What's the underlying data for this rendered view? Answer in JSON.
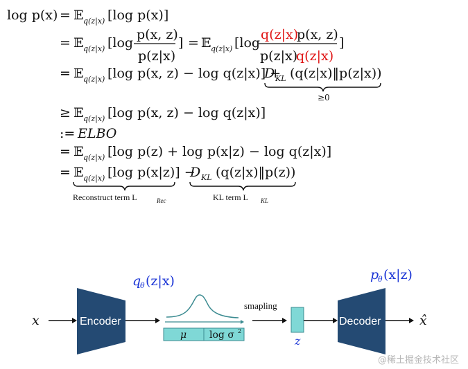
{
  "equation": {
    "line1": {
      "lhs": "log p(x)",
      "eq": "=",
      "expect": "𝔼",
      "sub": "q(z|x)",
      "rhs": "[log p(x)]"
    },
    "line2": {
      "eq": "=",
      "expect": "𝔼",
      "sub": "q(z|x)",
      "open": "[log",
      "frac_num": "p(x, z)",
      "frac_den": "p(z|x)",
      "close": "]",
      "eq2": "=",
      "expect2": "𝔼",
      "sub2": "q(z|x)",
      "open2": "[log",
      "frac2_num_red": "q(z|x)",
      "frac2_num_rest": "p(x, z)",
      "frac2_den_rest": "p(z|x)",
      "frac2_den_red": "q(z|x)",
      "close2": "]"
    },
    "line3": {
      "eq": "=",
      "expect": "𝔼",
      "sub": "q(z|x)",
      "term": "[log p(x, z) − log q(z|x)] +",
      "dkl": "D",
      "dkl_sub": "KL",
      "dkl_args": "(q(z|x)‖p(z|x))",
      "underbrace_label": "≥0"
    },
    "line4": {
      "rel": "≥",
      "expect": "𝔼",
      "sub": "q(z|x)",
      "term": "[log p(x, z) − log q(z|x)]"
    },
    "line5": {
      "rel": ":=",
      "term": "ELBO"
    },
    "line6": {
      "eq": "=",
      "expect": "𝔼",
      "sub": "q(z|x)",
      "term": "[log p(z) + log p(x|z) − log q(z|x)]"
    },
    "line7": {
      "eq": "=",
      "expect": "𝔼",
      "sub": "q(z|x)",
      "term": "[log p(x|z)] −",
      "dkl": "D",
      "dkl_sub": "KL",
      "dkl_args": "(q(z|x)‖p(z))",
      "brace1_label": "Reconstruct term L",
      "brace1_sub": "Rec",
      "brace2_label": "KL term L",
      "brace2_sub": "KL"
    }
  },
  "diagram": {
    "x_label": "x",
    "encoder_label": "Encoder",
    "q_label": "q",
    "q_sub": "θ",
    "q_args": "(z|x)",
    "mu_label": "μ",
    "log_sigma_label": "log σ",
    "log_sigma_exp": "2",
    "sampling_label": "smapling",
    "z_label": "z",
    "decoder_label": "Decoder",
    "p_label": "p",
    "p_sub": "θ",
    "p_args": "(x|z)",
    "xhat_label": "x̂"
  },
  "watermark": "@稀土掘金技术社区",
  "colors": {
    "trapezoid": "#244a73",
    "teal_box": "#7fd8d6",
    "red_text": "#e01515",
    "blue_text": "#1c36d6",
    "watermark_text": "#b7b7b7"
  }
}
